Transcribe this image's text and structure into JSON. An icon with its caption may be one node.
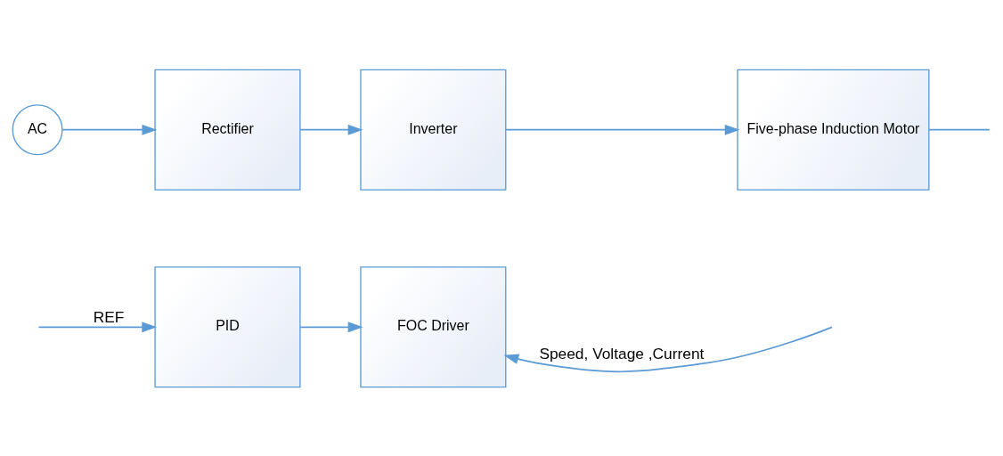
{
  "diagram": {
    "nodes": [
      {
        "text": [
          "PID"
        ]
      },
      {
        "text": [
          "FOC Driver"
        ]
      },
      {
        "text": [
          "AC"
        ]
      },
      {
        "text": [
          "Rectifier"
        ]
      },
      {
        "text": [
          "Inverter"
        ]
      },
      {
        "text": [
          "Five-phase Induction Motor"
        ]
      }
    ],
    "edges": [
      {
        "from": null,
        "to": 0,
        "arrow": "to",
        "label": "REF"
      },
      {
        "from": 0,
        "to": 1,
        "arrow": "to"
      },
      {
        "from": null,
        "to": 1,
        "arrow": "to",
        "label": "Speed, Voltage ,Current"
      },
      {
        "from": 2,
        "to": 3,
        "arrow": "to"
      },
      {
        "from": 3,
        "to": 4,
        "arrow": "to"
      },
      {
        "from": 4,
        "to": 5,
        "arrow": "to"
      },
      {
        "from": 5,
        "to": null,
        "arrow": "none"
      }
    ]
  }
}
